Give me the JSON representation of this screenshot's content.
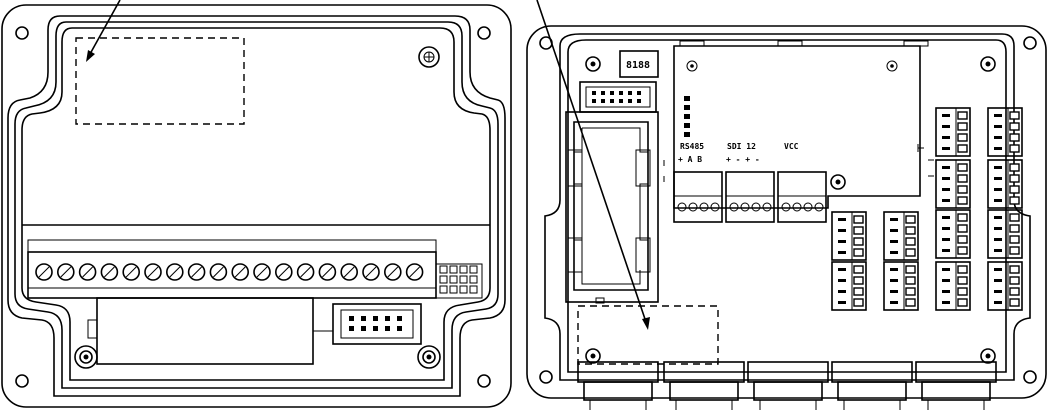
{
  "labels": {
    "rs485": "RS485",
    "sdi12": "SDI 12",
    "vcc": "VCC",
    "rs485_pins": "+ A B",
    "sdi12_pins": "+ - + -",
    "display": "8188"
  },
  "colors": {
    "line": "#000000",
    "background": "#ffffff"
  }
}
